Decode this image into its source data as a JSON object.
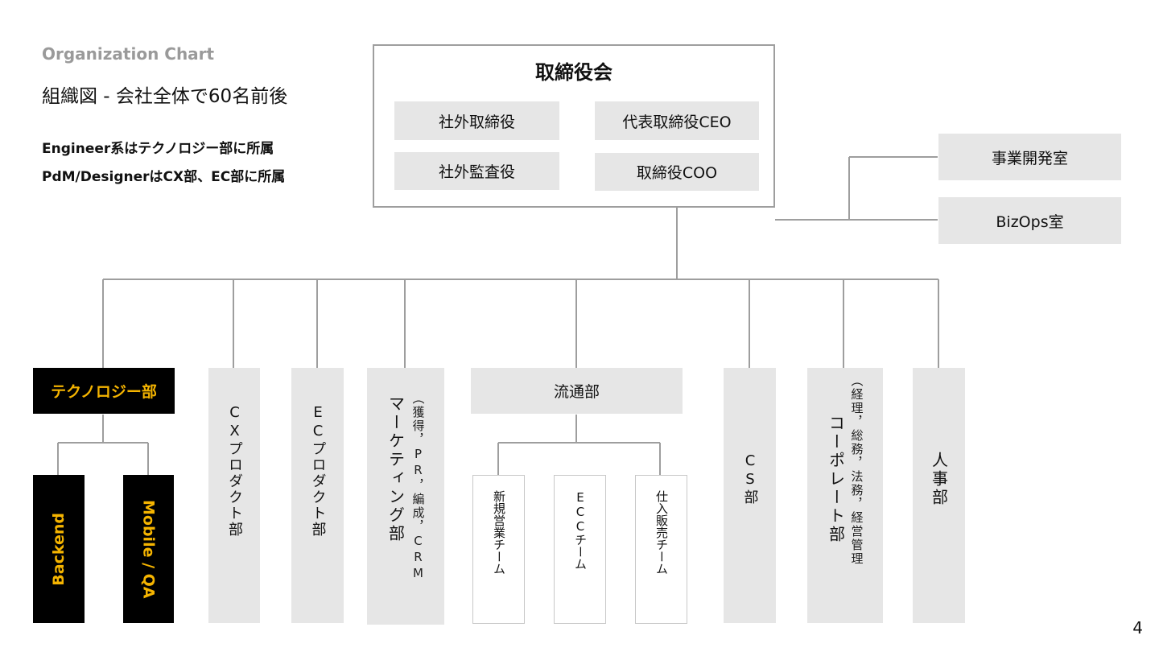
{
  "header": {
    "eyebrow": "Organization Chart",
    "title": "組織図 - 会社全体で60名前後",
    "notes": [
      "Engineer系はテクノロジー部に所属",
      "PdM/DesignerはCX部、EC部に所属"
    ]
  },
  "board": {
    "title": "取締役会",
    "members": [
      "社外取締役",
      "代表取締役CEO",
      "社外監査役",
      "取締役COO"
    ]
  },
  "offices": [
    "事業開発室",
    "BizOps室"
  ],
  "departments": {
    "technology": {
      "label": "テクノロジー部",
      "teams": [
        "Backend",
        "Mobile / QA"
      ]
    },
    "cx": "CXプロダクト部",
    "ec": "ECプロダクト部",
    "marketing": {
      "label": "マーケティング部",
      "sub": "（獲得，PR，編成，CRM"
    },
    "distribution": {
      "label": "流通部",
      "teams": [
        "新規営業チーム",
        "ECCチーム",
        "仕入販売チーム"
      ]
    },
    "cs": "CS部",
    "corporate": {
      "label": "コーポレート部",
      "sub": "（経理，総務，法務，経営管理"
    },
    "hr": "人事部"
  },
  "page_number": "4",
  "colors": {
    "box_gray": "#e6e6e6",
    "line_gray": "#9e9e9e",
    "tech_black": "#000000",
    "tech_accent": "#f5b400"
  }
}
